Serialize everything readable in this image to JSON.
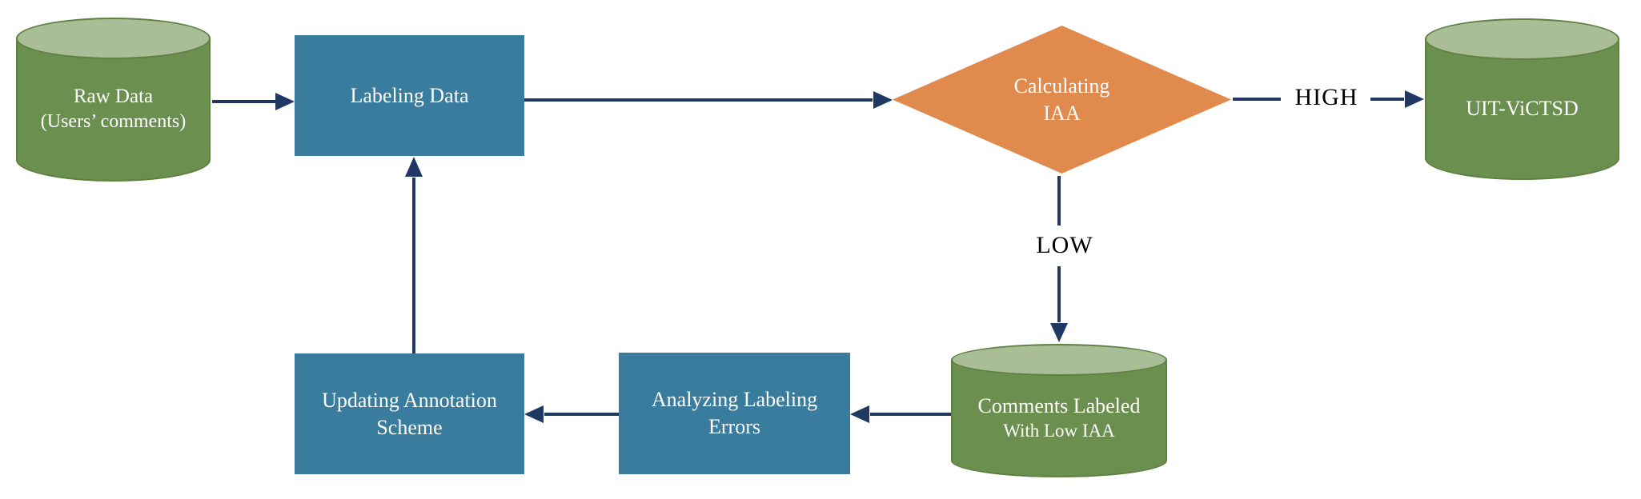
{
  "diagram": {
    "type": "flowchart",
    "colors": {
      "datastore_fill": "#6b8f4e",
      "datastore_top_fill": "#a9be96",
      "datastore_border": "#5f8040",
      "process_fill": "#3a7c9d",
      "decision_fill": "#e18a4d",
      "connector": "#203864",
      "node_text": "#ffffff",
      "edge_label_text": "#000000"
    },
    "nodes": {
      "raw_data": {
        "shape": "cylinder",
        "line1": "Raw Data",
        "line2": "(Users’ comments)"
      },
      "labeling_data": {
        "shape": "rectangle",
        "line1": "Labeling Data"
      },
      "calculating_iaa": {
        "shape": "diamond",
        "line1": "Calculating",
        "line2": "IAA"
      },
      "uit_victsd": {
        "shape": "cylinder",
        "line1": "UIT-ViCTSD"
      },
      "comments_low": {
        "shape": "cylinder",
        "line1": "Comments Labeled",
        "line2": "With Low IAA"
      },
      "analyzing_errors": {
        "shape": "rectangle",
        "line1": "Analyzing Labeling",
        "line2": "Errors"
      },
      "updating_scheme": {
        "shape": "rectangle",
        "line1": "Updating Annotation",
        "line2": "Scheme"
      }
    },
    "edge_labels": {
      "high": "HIGH",
      "low": "LOW"
    },
    "edges": [
      "raw_data -> labeling_data",
      "labeling_data -> calculating_iaa",
      "calculating_iaa -> uit_victsd (HIGH)",
      "calculating_iaa -> comments_low (LOW)",
      "comments_low -> analyzing_errors",
      "analyzing_errors -> updating_scheme",
      "updating_scheme -> labeling_data"
    ]
  }
}
